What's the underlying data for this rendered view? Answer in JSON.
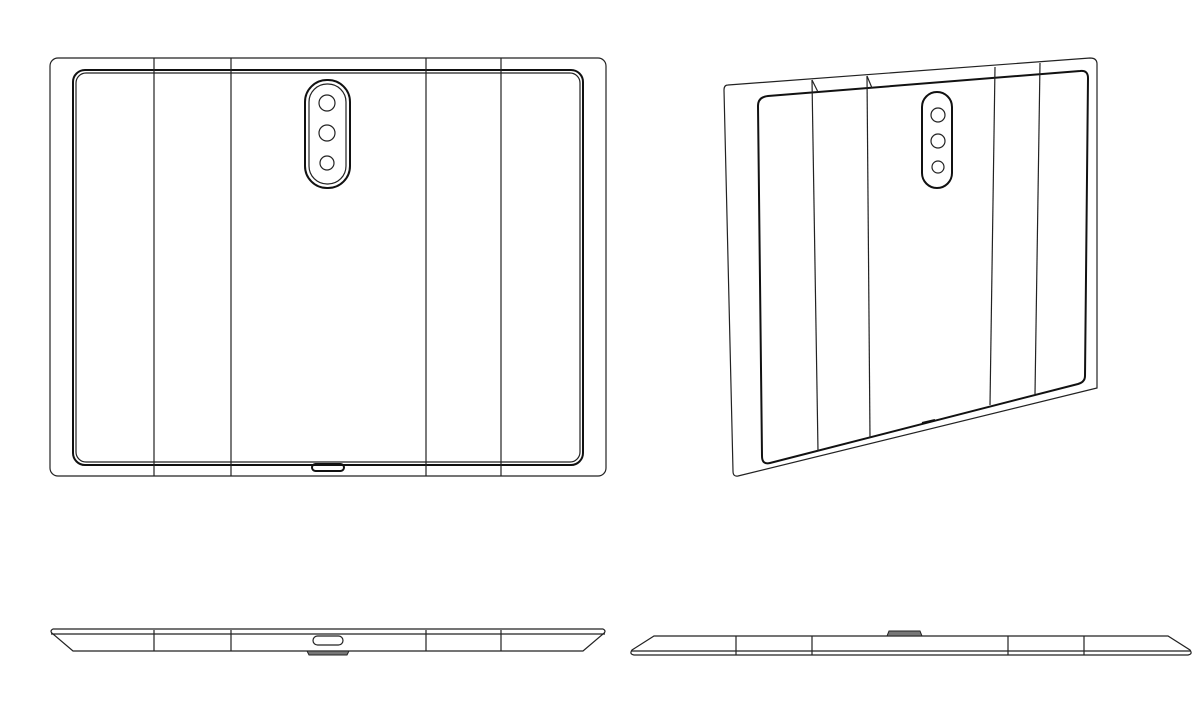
{
  "figure": {
    "title": "",
    "views": [
      "rear-view",
      "perspective-view",
      "bottom-view",
      "top-view"
    ],
    "line_color": "#222222",
    "background": "#ffffff"
  }
}
